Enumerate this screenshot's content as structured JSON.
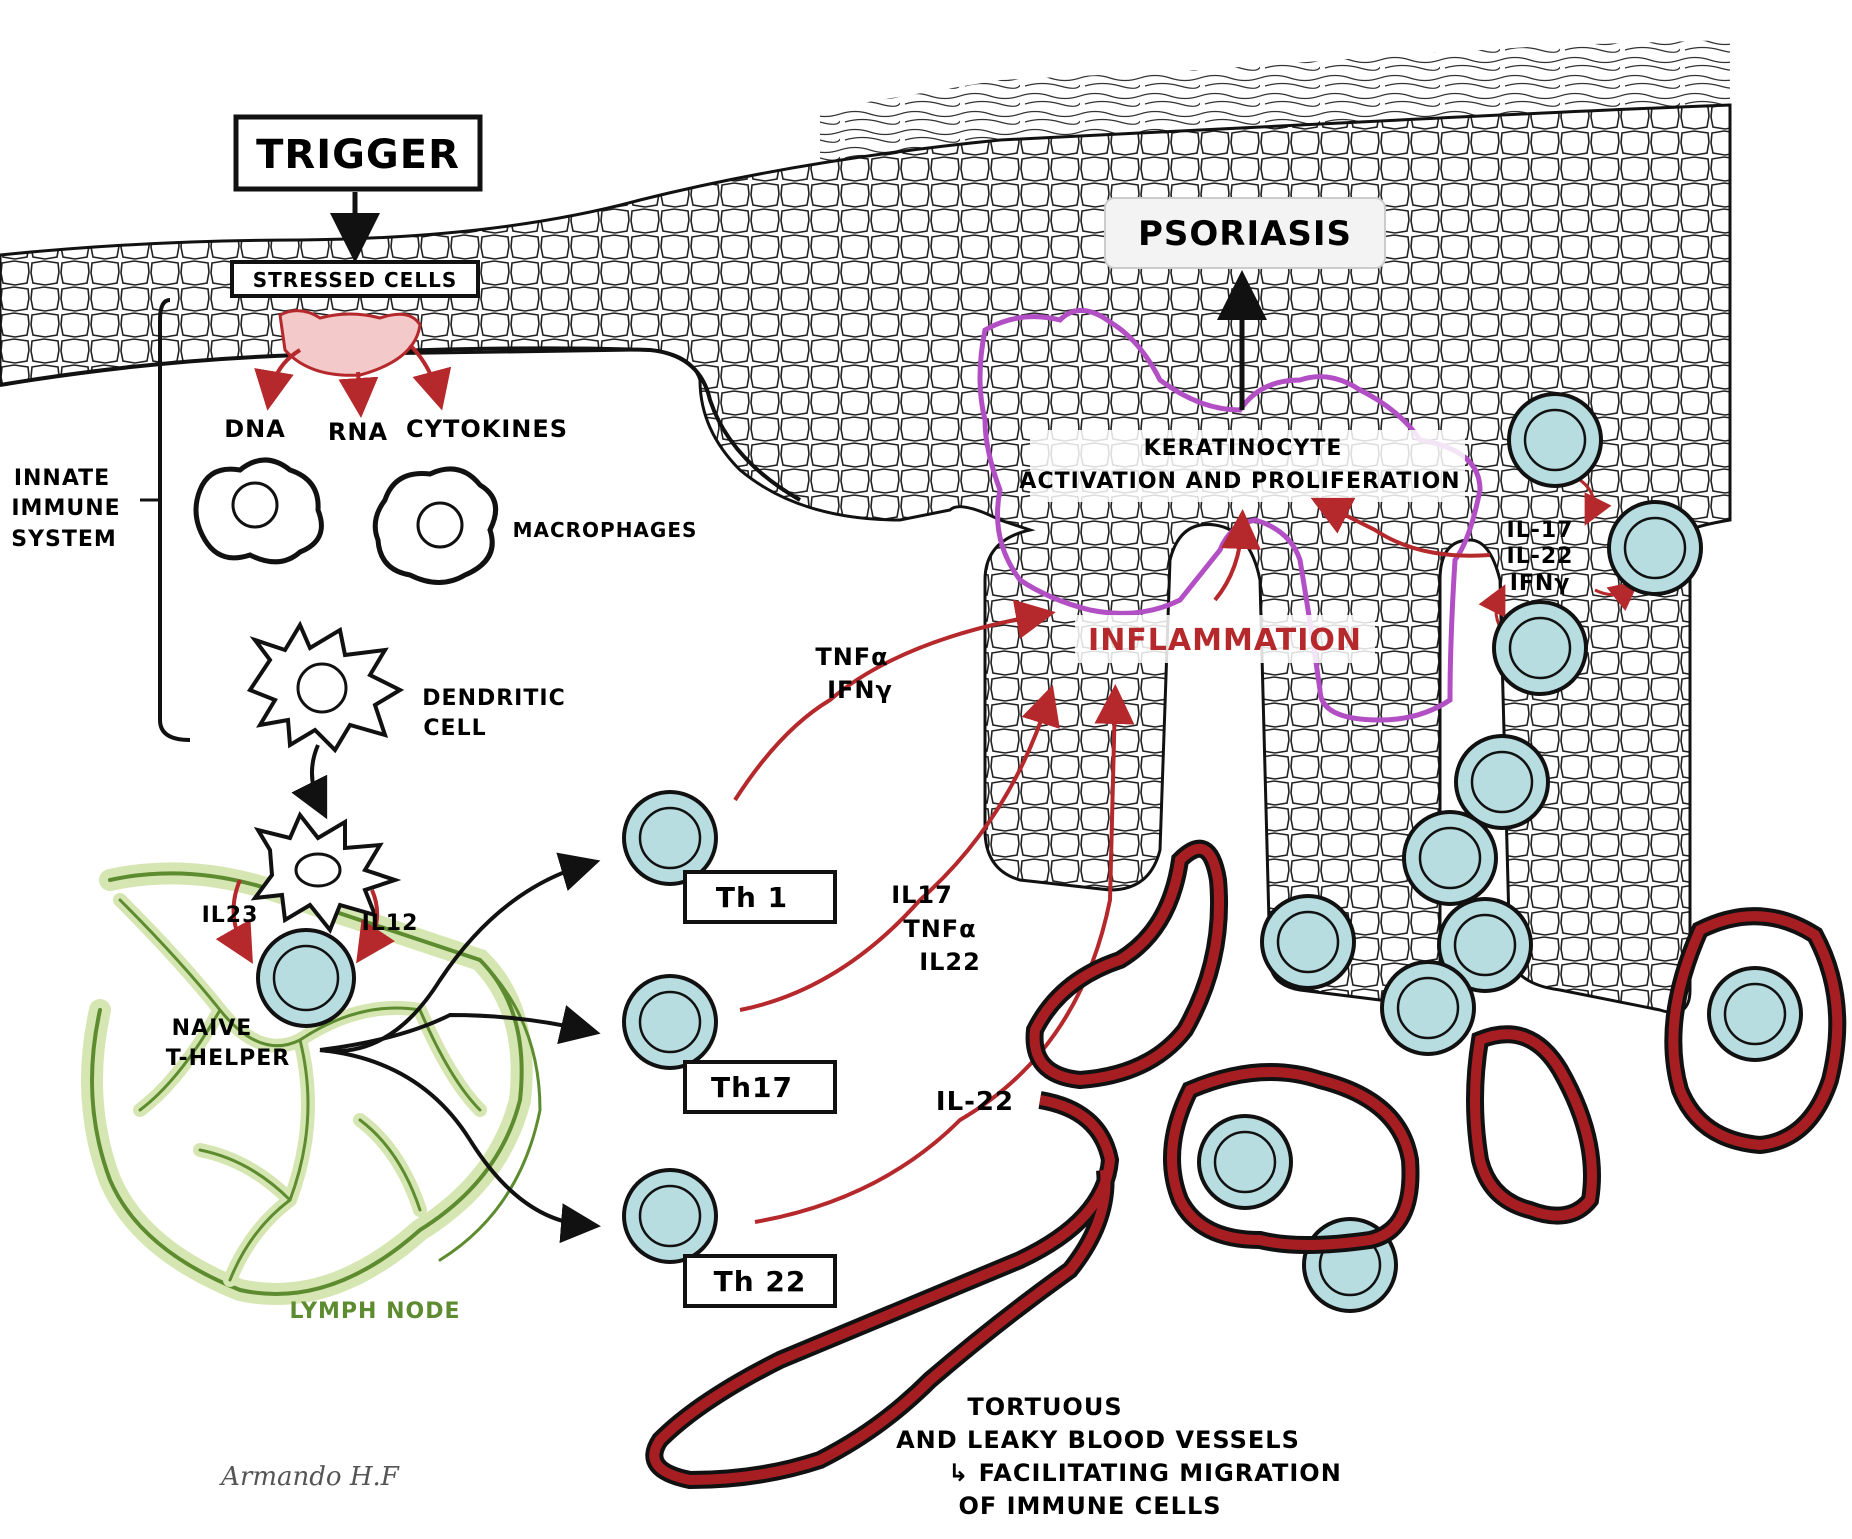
{
  "labels": {
    "trigger": "TRIGGER",
    "stressed_cells": "STRESSED CELLS",
    "dna": "DNA",
    "rna": "RNA",
    "cytokines": "CYTOKINES",
    "innate_immune_system": [
      "INNATE",
      "IMMUNE",
      "SYSTEM"
    ],
    "macrophages": "MACROPHAGES",
    "dendritic_cell": [
      "DENDRITIC",
      "CELL"
    ],
    "il23": "IL23",
    "il12": "IL12",
    "naive_t_helper": [
      "NAIVE",
      "T-HELPER"
    ],
    "lymph_node": "LYMPH NODE",
    "th1": "Th 1",
    "th17": "Th17",
    "th22": "Th 22",
    "th1_cytokines": [
      "TNFα",
      "IFNγ"
    ],
    "th17_cytokines": [
      "IL17",
      "TNFα",
      "IL22"
    ],
    "th22_cytokine": "IL-22",
    "psoriasis": "PSORIASIS",
    "keratinocyte": [
      "KERATINOCYTE",
      "ACTIVATION AND PROLIFERATION"
    ],
    "inflammation": "INFLAMMATION",
    "feedback_cytokines": [
      "IL-17",
      "IL-22",
      "IFNγ"
    ],
    "vessels_caption": [
      "TORTUOUS",
      "AND LEAKY BLOOD VESSELS",
      "↳ FACILITATING MIGRATION",
      "OF IMMUNE CELLS"
    ],
    "signature": "Armando H.F"
  },
  "colors": {
    "ink": "#111111",
    "red": "#b5282b",
    "cell_fill": "#b7dde1",
    "lymph_green": "#5d8b2f",
    "lymph_light": "#d6e6b2",
    "purple": "#b24fc4",
    "vessel_red": "#a61e22"
  }
}
